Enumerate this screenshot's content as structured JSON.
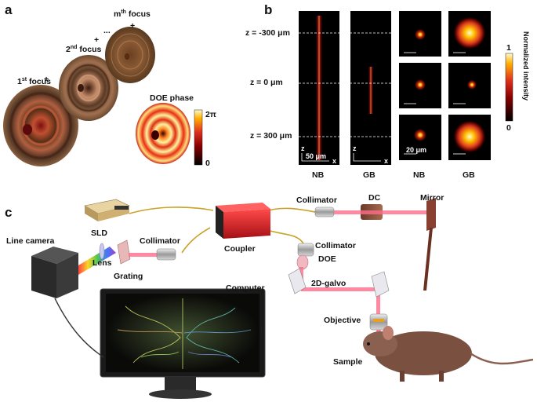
{
  "panels": {
    "a": {
      "letter": "a",
      "foci": [
        {
          "main": "1",
          "sup": "st",
          "rest": " focus"
        },
        {
          "main": "2",
          "sup": "nd",
          "rest": " focus"
        },
        {
          "main": "m",
          "sup": "th",
          "rest": " focus"
        }
      ],
      "plus": "+",
      "ellipsis": "...",
      "doe_label": "DOE phase",
      "colorbar_max": "2π",
      "colorbar_min": "0"
    },
    "b": {
      "letter": "b",
      "z_labels": [
        "z = -300 μm",
        "z = 0 μm",
        "z = 300 μm"
      ],
      "scale_x": "50 μm",
      "scale_xy": "20 μm",
      "axis_z": "z",
      "axis_x": "x",
      "columns": [
        "NB",
        "GB",
        "NB",
        "GB"
      ],
      "colorbar_label": "Normalized intensity",
      "colorbar_max": "1",
      "colorbar_min": "0"
    },
    "c": {
      "letter": "c",
      "labels": {
        "sld": "SLD",
        "collimator_top": "Collimator",
        "dc": "DC",
        "mirror": "Mirror",
        "line_camera": "Line camera",
        "collimator_left": "Collimator",
        "coupler": "Coupler",
        "collimator_right": "Collimator",
        "doe": "DOE",
        "lens": "Lens",
        "grating": "Grating",
        "galvo": "2D-galvo",
        "computer": "Computer",
        "objective": "Objective",
        "sample": "Sample"
      }
    }
  },
  "colors": {
    "fiber": "#c9a227",
    "beam": "#ff6b8a",
    "coupler": "#d81f26",
    "hot_low": "#000000",
    "hot_mid": "#d7301f",
    "hot_high": "#fff6a0"
  }
}
